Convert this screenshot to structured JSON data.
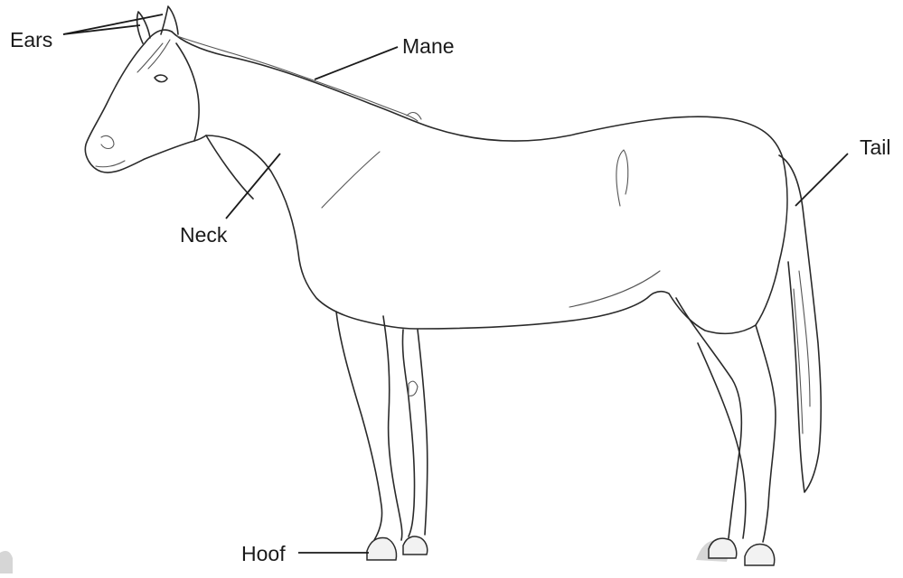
{
  "diagram": {
    "labels": {
      "ears": "Ears",
      "mane": "Mane",
      "tail": "Tail",
      "neck": "Neck",
      "hoof": "Hoof"
    }
  }
}
